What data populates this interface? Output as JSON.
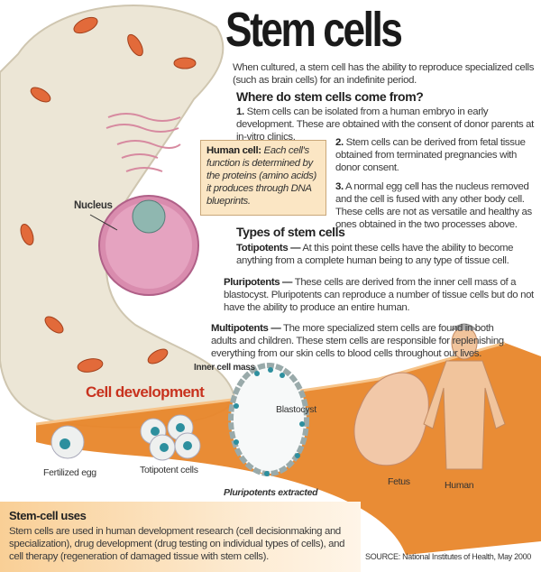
{
  "title": "Stem cells",
  "intro": "When cultured, a stem cell has the ability to reproduce specialized cells (such as brain cells) for an indefinite period.",
  "origins": {
    "heading": "Where do stem cells come from?",
    "items": [
      {
        "num": "1.",
        "text": "Stem cells can be isolated from a human embryo in early development. These are obtained with the consent of donor parents at in-vitro clinics."
      },
      {
        "num": "2.",
        "text": "Stem cells can be derived from fetal tissue obtained from terminated pregnancies with donor consent."
      },
      {
        "num": "3.",
        "text": "A normal egg cell has the nucleus removed and the cell is fused with any other body cell. These cells are not as versatile and healthy as ones obtained in the two processes above."
      }
    ]
  },
  "callout": {
    "label": "Human cell:",
    "text": "Each cell's function is determined by the proteins (amino acids) it produces through DNA blueprints."
  },
  "types": {
    "heading": "Types of stem cells",
    "items": [
      {
        "name": "Totipotents —",
        "text": "At this point these cells have the ability to become anything from a complete human being to any type of tissue cell."
      },
      {
        "name": "Pluripotents —",
        "text": "These cells are derived from the inner cell mass of a blastocyst. Pluripotents can reproduce a number of tissue cells but do not have the ability to produce an entire human."
      },
      {
        "name": "Multipotents —",
        "text": "The more specialized stem cells are found in both adults and children. These stem cells are responsible for replenishing everything from our skin cells to blood cells throughout our lives."
      }
    ]
  },
  "diagram": {
    "nucleus_label": "Nucleus",
    "development_title": "Cell development",
    "inner_cell_mass": "Inner cell mass",
    "blastocyst": "Blastocyst",
    "fertilized_egg": "Fertilized egg",
    "totipotent_cells": "Totipotent cells",
    "pluripotents_extracted": "Pluripotents extracted",
    "fetus": "Fetus",
    "human": "Human"
  },
  "uses": {
    "heading": "Stem-cell uses",
    "text": "Stem cells are used in human development research (cell decisionmaking and specialization), drug development (drug testing on individual types of cells), and cell therapy (regeneration of damaged tissue with stem cells)."
  },
  "source": "SOURCE: National Institutes of Health, May 2000",
  "colors": {
    "accent": "#e8862a",
    "title_red": "#c8321e",
    "cell": "#ece6d6",
    "nucleus": "#d98cae"
  }
}
